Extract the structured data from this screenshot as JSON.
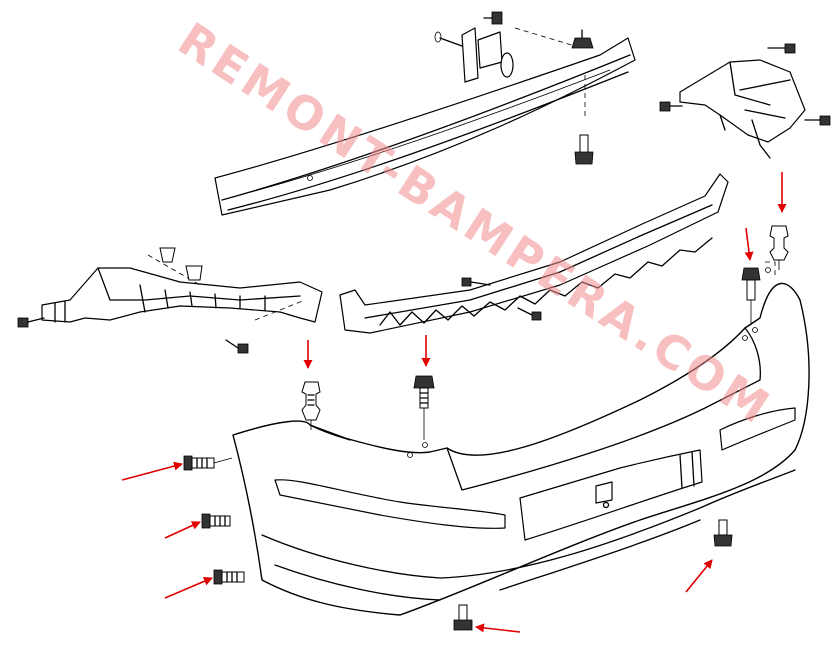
{
  "watermark": {
    "text": "REMONT-BAMPERA.COM",
    "color": "#f08a8a",
    "opacity": 0.55
  },
  "colors": {
    "arrow": "#e00000",
    "line": "#000000"
  },
  "arrows": [
    {
      "name": "arrow-left-top-bolt"
    },
    {
      "name": "arrow-left-middle-bolt"
    },
    {
      "name": "arrow-left-bottom-bolt"
    },
    {
      "name": "arrow-bottom-center-bolt"
    },
    {
      "name": "arrow-bottom-right-bolt"
    },
    {
      "name": "arrow-left-clip"
    },
    {
      "name": "arrow-center-bolt"
    },
    {
      "name": "arrow-right-bolt-inner"
    },
    {
      "name": "arrow-right-bolt-outer"
    }
  ]
}
